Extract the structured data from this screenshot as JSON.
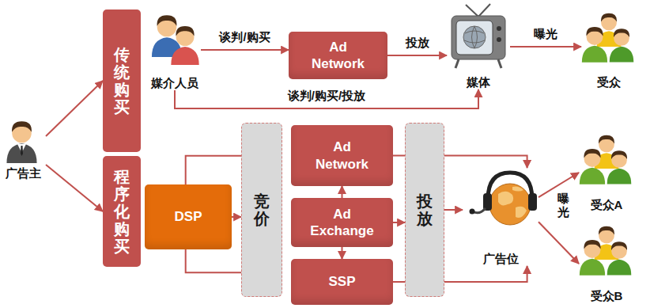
{
  "diagram": {
    "nodes": [
      {
        "text": [
          "广告主"
        ]
      },
      {
        "text": [
          "传统购买"
        ]
      },
      {
        "text": [
          "程序化购买"
        ]
      },
      {
        "text": [
          "媒介人员"
        ]
      },
      {
        "text": [
          "Ad Network"
        ]
      },
      {
        "text": [
          "媒体"
        ]
      },
      {
        "text": [
          "受众"
        ]
      },
      {
        "text": [
          "DSP"
        ]
      },
      {
        "text": [
          "竞价"
        ]
      },
      {
        "text": [
          "Ad Network"
        ]
      },
      {
        "text": [
          "Ad Exchange"
        ]
      },
      {
        "text": [
          "SSP"
        ]
      },
      {
        "text": [
          "投放"
        ]
      },
      {
        "text": [
          "广告位"
        ]
      },
      {
        "text": [
          "受众A"
        ]
      },
      {
        "text": [
          "受众B"
        ]
      }
    ],
    "edges": [
      {
        "from": 0,
        "to": 1,
        "arrow": "to"
      },
      {
        "from": 0,
        "to": 2,
        "arrow": "to"
      },
      {
        "from": 3,
        "to": 4,
        "label": "谈判/购买",
        "arrow": "to"
      },
      {
        "from": 4,
        "to": 5,
        "label": "投放",
        "arrow": "to"
      },
      {
        "from": 5,
        "to": 6,
        "label": "曝光",
        "arrow": "to"
      },
      {
        "from": 3,
        "to": 5,
        "label": "谈判/购买/投放",
        "arrow": "to"
      },
      {
        "from": 7,
        "to": 8,
        "arrow": "none"
      },
      {
        "from": 7,
        "to": 8,
        "arrow": "to"
      },
      {
        "from": 7,
        "to": 8,
        "arrow": "none"
      },
      {
        "from": 10,
        "to": 9,
        "arrow": "to"
      },
      {
        "from": 10,
        "to": 12,
        "arrow": "to"
      },
      {
        "from": 10,
        "to": 11,
        "arrow": "to"
      },
      {
        "from": 9,
        "to": 13,
        "arrow": "to"
      },
      {
        "from": 12,
        "to": 13,
        "arrow": "to"
      },
      {
        "from": 11,
        "to": 13,
        "arrow": "to"
      },
      {
        "from": 13,
        "to": 14,
        "arrow": "to"
      },
      {
        "from": 13,
        "to": 15,
        "arrow": "to"
      }
    ],
    "labels": [
      "曝光"
    ]
  }
}
